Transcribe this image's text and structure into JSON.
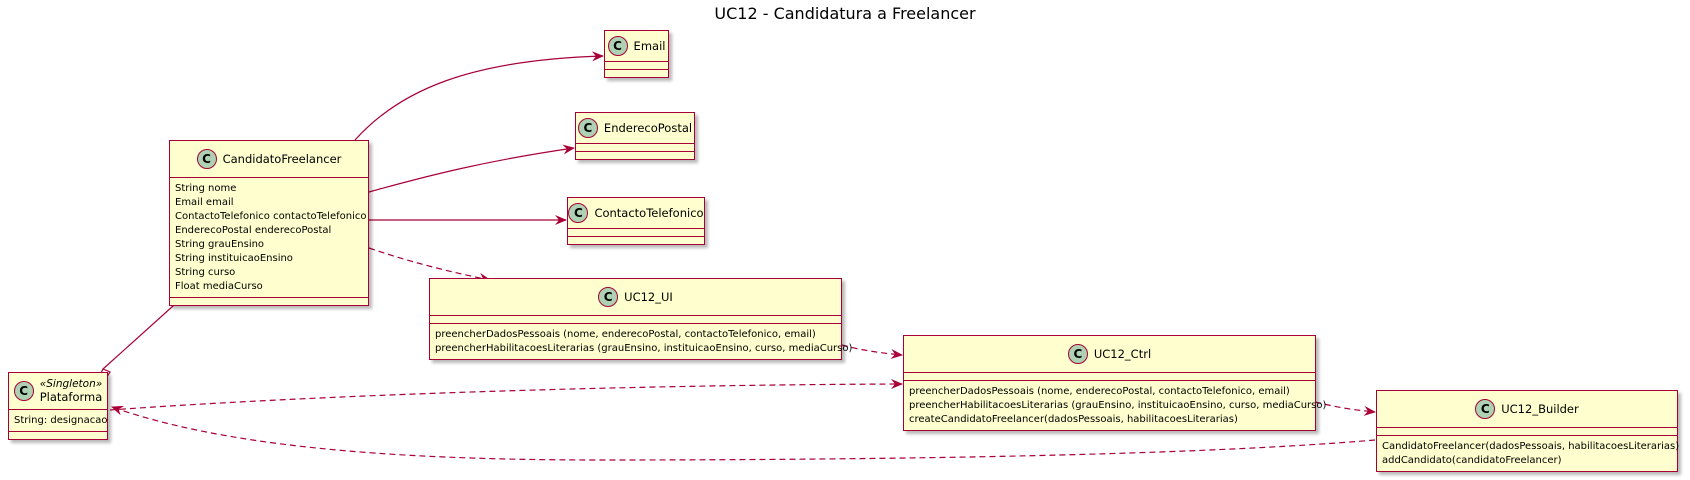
{
  "diagram": {
    "title": "UC12 - Candidatura a Freelancer"
  },
  "icon": {
    "glyph": "C",
    "name": "class-icon",
    "fill": "#ADD1B2"
  },
  "colors": {
    "border": "#A80036",
    "fill": "#FEFECE",
    "background": "#FFFFFF"
  },
  "classes": {
    "email": {
      "name": "Email"
    },
    "endereco_postal": {
      "name": "EnderecoPostal"
    },
    "contacto_telefonico": {
      "name": "ContactoTelefonico"
    },
    "candidato_freelancer": {
      "name": "CandidatoFreelancer",
      "attributes": [
        "String nome",
        "Email email",
        "ContactoTelefonico contactoTelefonico",
        "EnderecoPostal enderecoPostal",
        "String grauEnsino",
        "String instituicaoEnsino",
        "String curso",
        "Float mediaCurso"
      ]
    },
    "uc12_ui": {
      "name": "UC12_UI",
      "methods": [
        "preencherDadosPessoais (nome, enderecoPostal, contactoTelefonico, email)",
        "preencherHabilitacoesLiterarias (grauEnsino, instituicaoEnsino, curso, mediaCurso)"
      ]
    },
    "uc12_ctrl": {
      "name": "UC12_Ctrl",
      "methods": [
        "preencherDadosPessoais (nome, enderecoPostal, contactoTelefonico, email)",
        "preencherHabilitacoesLiterarias (grauEnsino, instituicaoEnsino, curso, mediaCurso)",
        "createCandidatoFreelancer(dadosPessoais, habilitacoesLiterarias)"
      ]
    },
    "uc12_builder": {
      "name": "UC12_Builder",
      "methods": [
        "CandidatoFreelancer(dadosPessoais, habilitacoesLiterarias)",
        "addCandidato(candidatoFreelancer)"
      ]
    },
    "plataforma": {
      "stereotype": "«Singleton»",
      "name": "Plataforma",
      "attributes": [
        "String: designacao"
      ]
    }
  },
  "relations": [
    {
      "from": "CandidatoFreelancer",
      "to": "Email",
      "kind": "association"
    },
    {
      "from": "CandidatoFreelancer",
      "to": "EnderecoPostal",
      "kind": "association"
    },
    {
      "from": "CandidatoFreelancer",
      "to": "ContactoTelefonico",
      "kind": "association"
    },
    {
      "from": "CandidatoFreelancer",
      "to": "UC12_UI",
      "kind": "dependency"
    },
    {
      "from": "UC12_UI",
      "to": "UC12_Ctrl",
      "kind": "dependency"
    },
    {
      "from": "UC12_Ctrl",
      "to": "UC12_Builder",
      "kind": "dependency"
    },
    {
      "from": "Plataforma",
      "to": "UC12_Ctrl",
      "kind": "dependency"
    },
    {
      "from": "UC12_Builder",
      "to": "Plataforma",
      "kind": "dependency"
    },
    {
      "from": "Plataforma",
      "to": "CandidatoFreelancer",
      "kind": "aggregation"
    }
  ]
}
